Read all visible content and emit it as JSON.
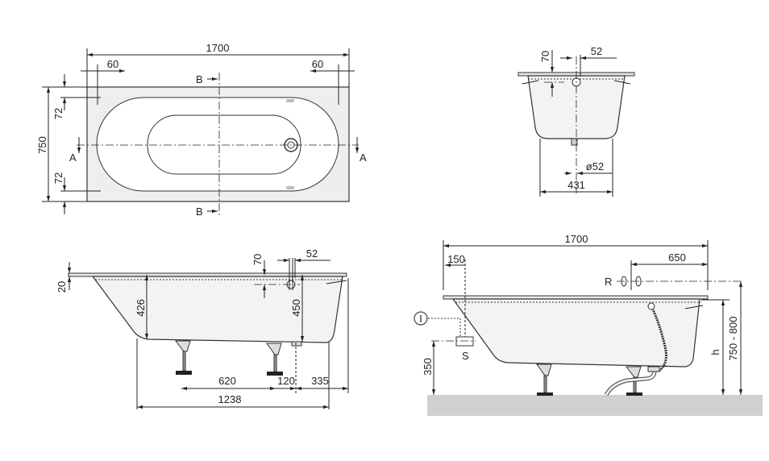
{
  "top_view": {
    "length": "1700",
    "margin_left": "60",
    "margin_right": "60",
    "width": "750",
    "inset_top": "72",
    "inset_bottom": "72",
    "section_a_left": "A",
    "section_a_right": "A",
    "section_b_top": "B",
    "section_b_bottom": "B"
  },
  "cross_section": {
    "overflow_height": "70",
    "overflow_offset": "52",
    "drain_diameter": "ø52",
    "bottom_width": "431"
  },
  "side_section": {
    "rim_thickness": "20",
    "overflow_height": "70",
    "overflow_offset": "52",
    "depth_left": "426",
    "depth_right": "450",
    "leg_spacing": "620",
    "leg_to_drain": "120",
    "drain_to_end": "335",
    "bottom_length": "1238"
  },
  "install_view": {
    "length": "1700",
    "inlet_offset": "150",
    "tap_offset": "650",
    "tap_label": "R",
    "inlet_label": "I",
    "siphon_label": "S",
    "siphon_height": "350",
    "height_label": "h",
    "total_height": "750 - 800"
  }
}
